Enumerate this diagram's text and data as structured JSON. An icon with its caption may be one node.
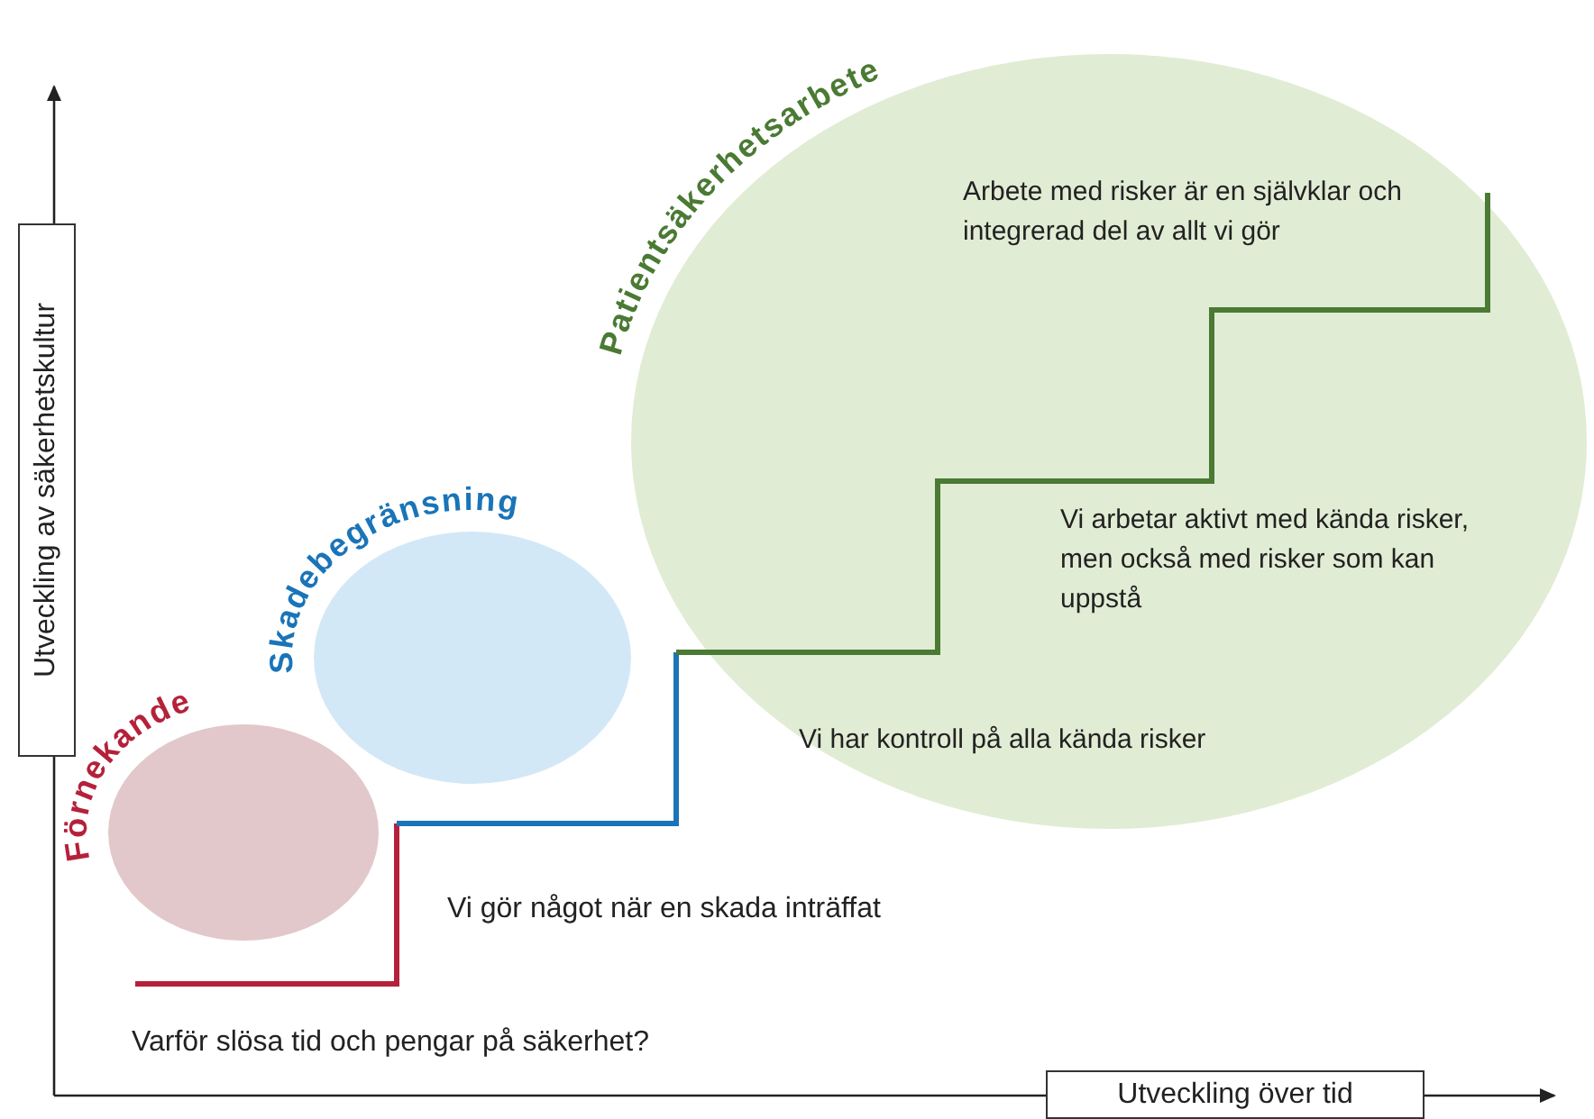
{
  "diagram": {
    "nodes": [
      {
        "text": [
          "Förnekande"
        ]
      },
      {
        "text": [
          "Skadebegränsning"
        ]
      },
      {
        "text": [
          "Patientsäkerhetsarbete",
          "Arbete med risker är en självklar och integrerad del av allt vi gör",
          "Vi arbetar aktivt med kända risker, men också med risker som kan uppstå",
          "Vi har kontroll på alla kända risker"
        ]
      }
    ],
    "labels": [
      "Utveckling av säkerhetskultur",
      "Vi gör något när en skada inträffat",
      "Varför slösa tid och pengar på säkerhet?",
      "Utveckling över tid"
    ]
  }
}
